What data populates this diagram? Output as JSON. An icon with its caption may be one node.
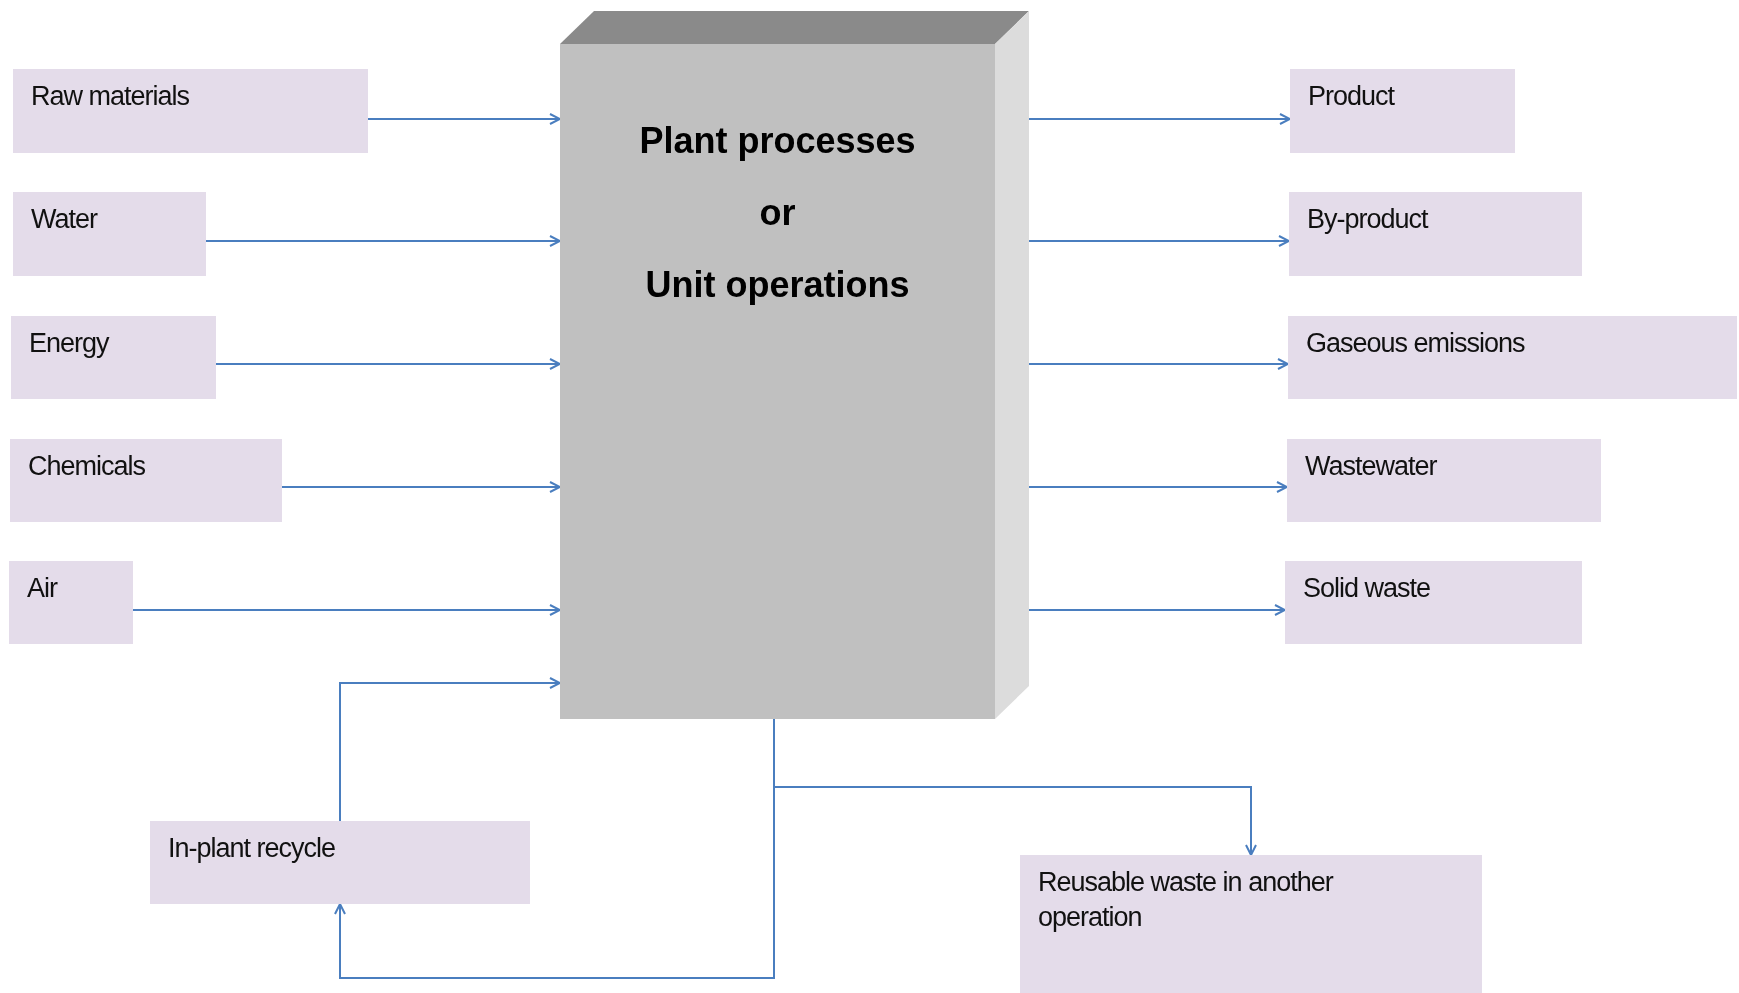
{
  "diagram": {
    "nodes": [
      {
        "text": [
          "Plant processes",
          "or",
          "Unit operations"
        ]
      },
      {
        "text": [
          "Raw materials"
        ]
      },
      {
        "text": [
          "Water"
        ]
      },
      {
        "text": [
          "Energy"
        ]
      },
      {
        "text": [
          "Chemicals"
        ]
      },
      {
        "text": [
          "Air"
        ]
      },
      {
        "text": [
          "In-plant recycle"
        ]
      },
      {
        "text": [
          "Product"
        ]
      },
      {
        "text": [
          "By-product"
        ]
      },
      {
        "text": [
          "Gaseous emissions"
        ]
      },
      {
        "text": [
          "Wastewater"
        ]
      },
      {
        "text": [
          "Solid waste"
        ]
      },
      {
        "text": [
          "Reusable waste in another operation"
        ]
      }
    ],
    "edges": [
      {
        "from": 1,
        "to": 0,
        "arrow": "to"
      },
      {
        "from": 2,
        "to": 0,
        "arrow": "to"
      },
      {
        "from": 3,
        "to": 0,
        "arrow": "to"
      },
      {
        "from": 4,
        "to": 0,
        "arrow": "to"
      },
      {
        "from": 5,
        "to": 0,
        "arrow": "to"
      },
      {
        "from": 0,
        "to": 7,
        "arrow": "to"
      },
      {
        "from": 0,
        "to": 8,
        "arrow": "to"
      },
      {
        "from": 0,
        "to": 9,
        "arrow": "to"
      },
      {
        "from": 0,
        "to": 10,
        "arrow": "to"
      },
      {
        "from": 0,
        "to": 11,
        "arrow": "to"
      },
      {
        "from": 0,
        "to": 6,
        "arrow": "to"
      },
      {
        "from": 6,
        "to": 0,
        "arrow": "to"
      },
      {
        "from": 0,
        "to": 12,
        "arrow": "to"
      }
    ]
  }
}
